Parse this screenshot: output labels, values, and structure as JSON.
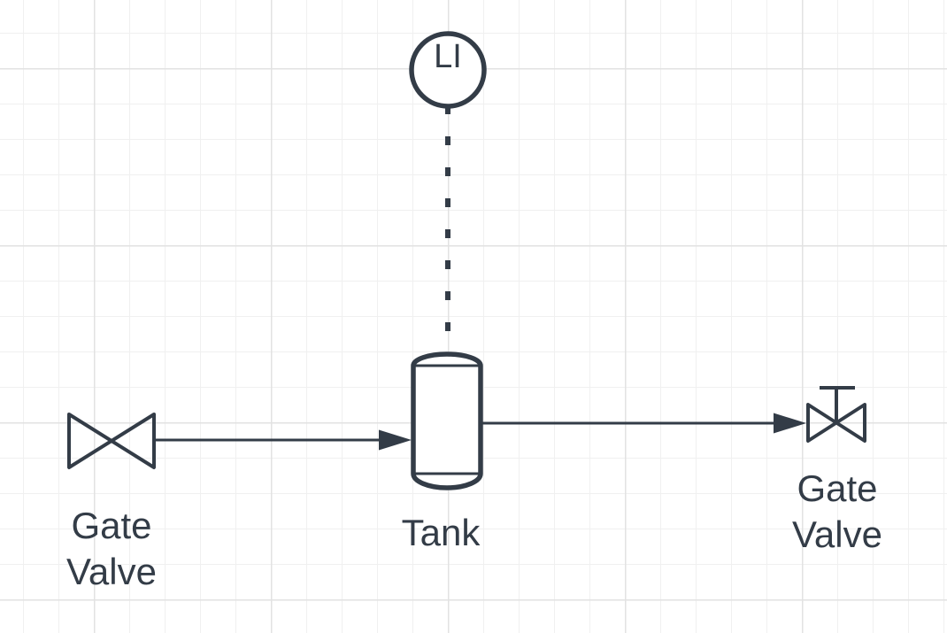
{
  "diagram": {
    "nodes": {
      "level_indicator": {
        "label": "LI"
      },
      "tank": {
        "label": "Tank"
      },
      "inlet_valve": {
        "label": "Gate Valve"
      },
      "outlet_valve": {
        "label": "Gate Valve"
      }
    },
    "colors": {
      "stroke": "#333c47",
      "background": "#ffffff",
      "grid_minor": "#f0f0f0",
      "grid_major": "#e2e2e2"
    }
  }
}
